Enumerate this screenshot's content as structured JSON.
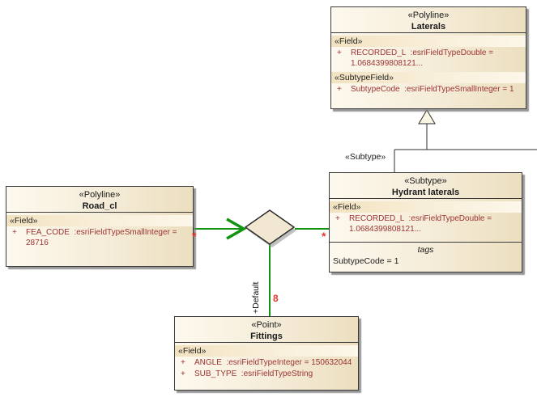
{
  "diagram": {
    "background": "#ffffff",
    "colors": {
      "connector_green": "#119211",
      "multiplicity_red": "#e8362a",
      "field_text_maroon": "#9b3332",
      "box_border": "#3c3c3c",
      "box_fill_left": "#fdf9ee",
      "box_fill_right": "#ecdfbf",
      "stereotype_band_left": "#f2e2c0",
      "stereotype_band_right": "#fcf7ea"
    }
  },
  "boxes": {
    "laterals": {
      "stereotype": "«Polyline»",
      "name": "Laterals",
      "band1": "«Field»",
      "row1_plus": "+",
      "row1_line1": "RECORDED_L  :esriFieldTypeDouble =",
      "row1_line2": "1.0684399808121...",
      "band2": "«SubtypeField»",
      "row2_plus": "+",
      "row2_line1": "SubtypeCode  :esriFieldTypeSmallInteger = 1"
    },
    "hydrant_laterals": {
      "stereotype": "«Subtype»",
      "name": "Hydrant laterals",
      "band1": "«Field»",
      "row1_plus": "+",
      "row1_line1": "RECORDED_L  :esriFieldTypeDouble =",
      "row1_line2": "1.0684399808121...",
      "tags_title": "tags",
      "tags_value": "SubtypeCode = 1"
    },
    "road_cl": {
      "stereotype": "«Polyline»",
      "name": "Road_cl",
      "band1": "«Field»",
      "row1_plus": "+",
      "row1_line1": "FEA_CODE  :esriFieldTypeSmallInteger =",
      "row1_line2": "28716"
    },
    "fittings": {
      "stereotype": "«Point»",
      "name": "Fittings",
      "band1": "«Field»",
      "row1_plus": "+",
      "row1_line1": "ANGLE  :esriFieldTypeInteger = 150632044",
      "row2_plus": "+",
      "row2_line1": "SUB_TYPE  :esriFieldTypeString"
    }
  },
  "connectors": {
    "generalization_label": "«Subtype»",
    "road_multiplicity": "*",
    "hydrant_multiplicity": "*",
    "fittings_role": "+Default",
    "fittings_multiplicity": "8"
  }
}
